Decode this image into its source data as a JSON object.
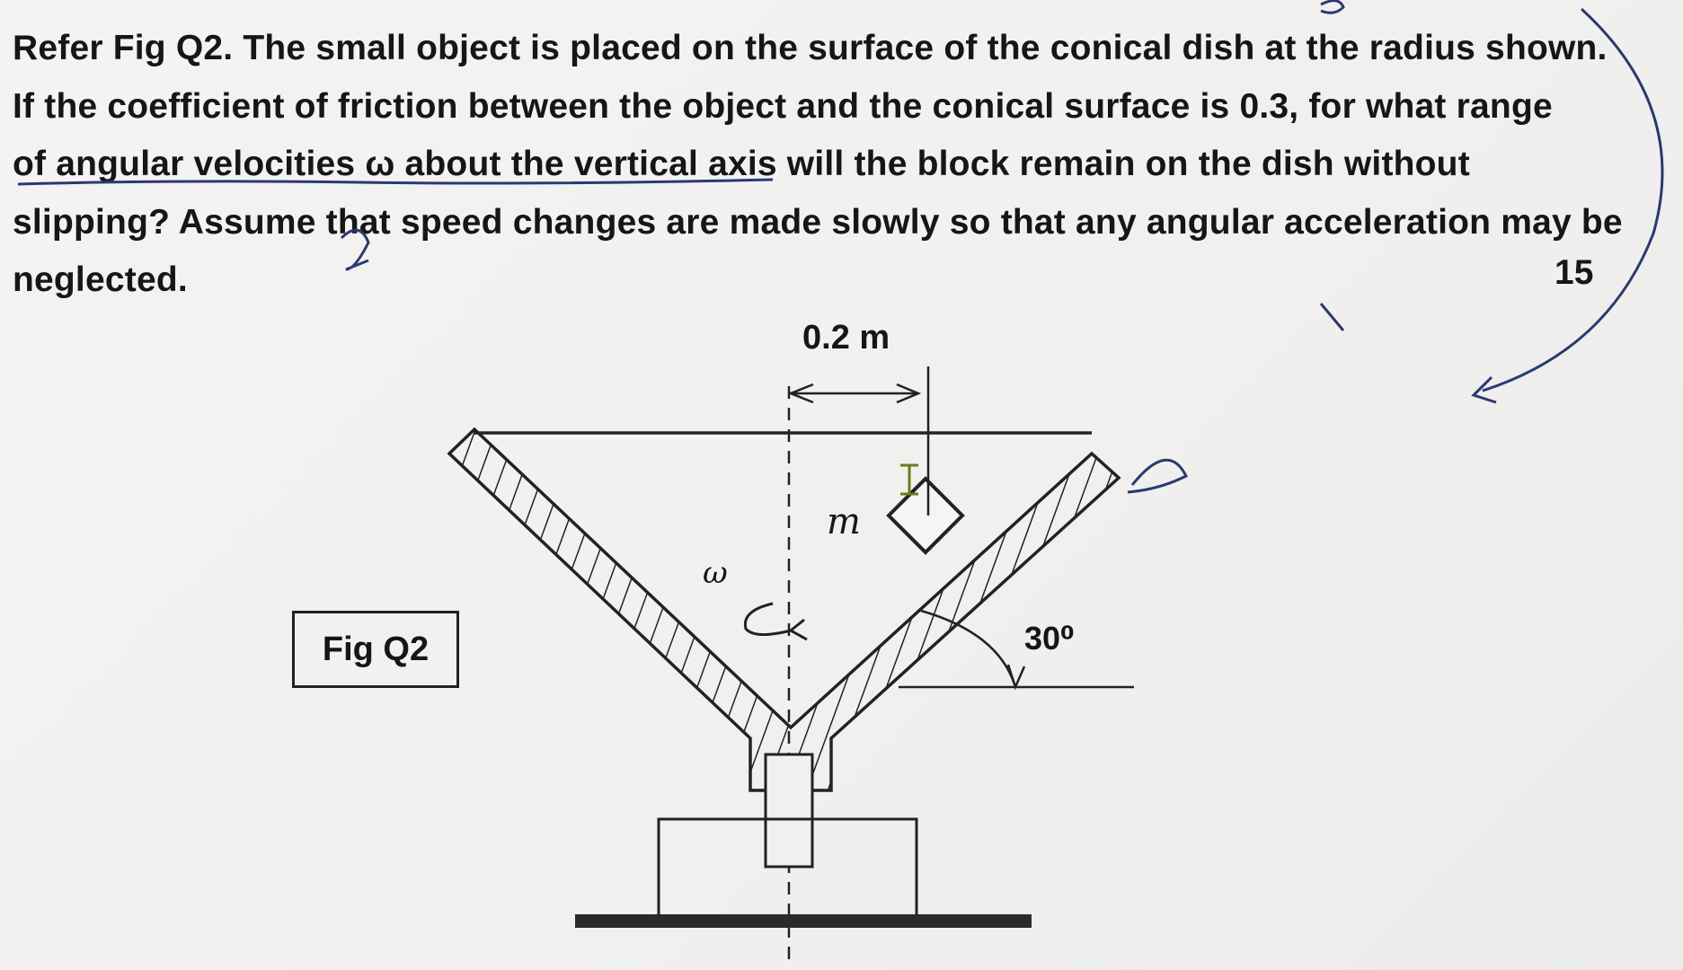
{
  "question": {
    "lines": [
      {
        "pre": "Refer ",
        "bold_ref": "Fig Q2",
        "post": ". The small object is placed on the surface of the conical dish at the radius shown."
      },
      {
        "text": "If the coefficient of friction between the object and the conical surface is 0.3, for what range"
      },
      {
        "text": "of angular velocities ω about the vertical axis will the block remain on the dish without"
      },
      {
        "text": "slipping? Assume that speed changes are made slowly so that any angular acceleration may be"
      },
      {
        "text": "neglected."
      }
    ],
    "marks": "15"
  },
  "figure": {
    "label": "Fig Q2",
    "radius_dimension": "0.2 m",
    "mass_label": "m",
    "omega_label": "ω",
    "angle_label": "30⁰"
  },
  "colors": {
    "ink": "#161616",
    "pen": "#2a3a6e",
    "cursor": "#6b7a1a"
  }
}
